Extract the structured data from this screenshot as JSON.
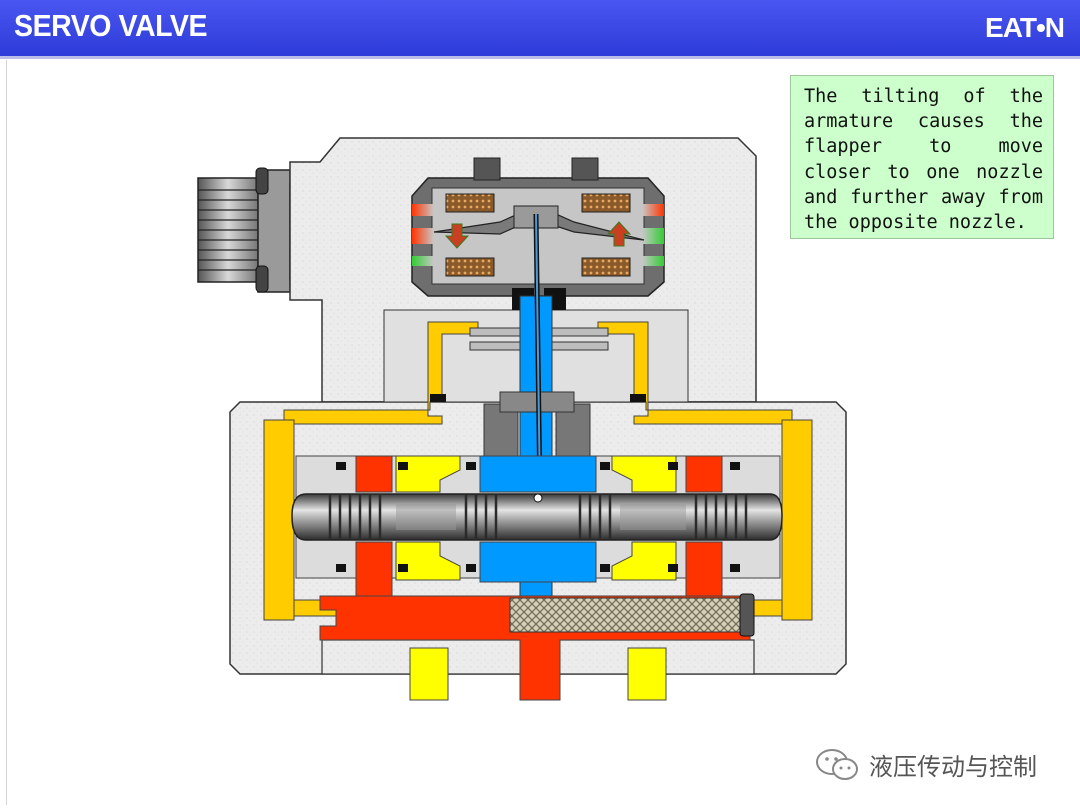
{
  "slide": {
    "title": "SERVO VALVE",
    "brand": "EAT•N"
  },
  "callout": {
    "text": "The tilting of the armature causes the flapper to move closer to one nozzle and further away from the opposite nozzle."
  },
  "watermark": {
    "text": "液压传动与控制",
    "icon": "wechat-icon"
  },
  "colors": {
    "header": "#3342e0",
    "callout_bg": "#ccffcc",
    "body_gray": "#ececec",
    "pressure_red": "#ff3300",
    "control_yellow": "#ffcc00",
    "return_yellow": "#ffff00",
    "pilot_blue": "#0099ff",
    "dark_metal": "#666666"
  }
}
